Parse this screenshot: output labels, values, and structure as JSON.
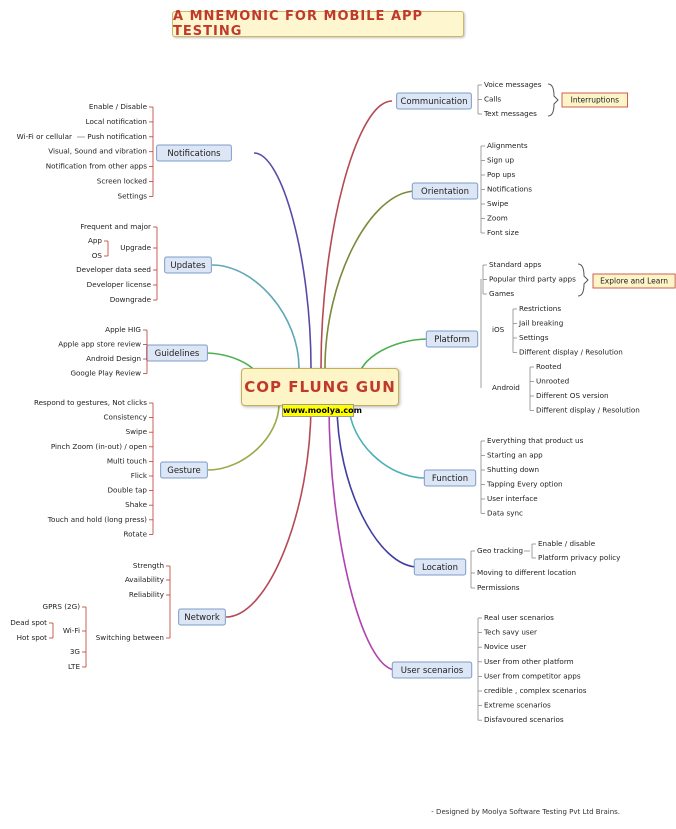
{
  "title": "A MNEMONIC FOR MOBILE APP TESTING",
  "central": {
    "label": "COP FLUNG GUN",
    "url": "www.moolya.com"
  },
  "footer": "- Designed by Moolya Software Testing Pvt Ltd Brains.",
  "colors": {
    "branch_fill": "#dce6f5",
    "branch_border": "#7d9cc9",
    "callout_fill": "#fdf5c8"
  },
  "branches": [
    {
      "id": "communication",
      "label": "Communication",
      "leaves": [
        "Voice messages",
        "Calls",
        "Text messages"
      ],
      "callout": "Interruptions"
    },
    {
      "id": "orientation",
      "label": "Orientation",
      "leaves": [
        "Alignments",
        "Sign up",
        "Pop ups",
        "Notifications",
        "Swipe",
        "Zoom",
        "Font size"
      ]
    },
    {
      "id": "platform",
      "label": "Platform",
      "groups": [
        {
          "label": "",
          "leaves": [
            "Standard apps",
            "Popular third party apps",
            "Games"
          ],
          "callout": "Explore and Learn"
        },
        {
          "label": "iOS",
          "leaves": [
            "Restrictions",
            "Jail breaking",
            "Settings",
            "Different display / Resolution"
          ]
        },
        {
          "label": "Android",
          "leaves": [
            "Rooted",
            "Unrooted",
            "Different OS version",
            "Different display / Resolution"
          ]
        }
      ]
    },
    {
      "id": "function",
      "label": "Function",
      "leaves": [
        "Everything that product us",
        "Starting an app",
        "Shutting down",
        "Tapping Every option",
        "User interface",
        "Data sync"
      ]
    },
    {
      "id": "location",
      "label": "Location",
      "leaves": [
        "Geo tracking",
        "Moving to different location",
        "Permissions"
      ],
      "sub": [
        "Enable / disable",
        "Platform privacy policy"
      ]
    },
    {
      "id": "user-scenarios",
      "label": "User scenarios",
      "leaves": [
        "Real user scenarios",
        "Tech savy user",
        "Novice user",
        "User from other platform",
        "User from competitor apps",
        "credible , complex scenarios",
        "Extreme scenarios",
        "Disfavoured scenarios"
      ]
    },
    {
      "id": "notifications",
      "label": "Notifications",
      "leaves": [
        "Enable / Disable",
        "Local notification",
        "Push notification",
        "Visual,  Sound and vibration",
        "Notification  from other apps",
        "Screen locked",
        "Settings"
      ],
      "sub": [
        "Wi-Fi or cellular"
      ]
    },
    {
      "id": "updates",
      "label": "Updates",
      "leaves": [
        "Frequent and major",
        "Upgrade",
        "Developer data seed",
        "Developer license",
        "Downgrade"
      ],
      "sub": [
        "App",
        "OS"
      ]
    },
    {
      "id": "guidelines",
      "label": "Guidelines",
      "leaves": [
        "Apple HIG",
        "Apple app store review",
        "Android Design",
        "Google Play Review"
      ]
    },
    {
      "id": "gesture",
      "label": "Gesture",
      "leaves": [
        "Respond to gestures, Not clicks",
        "Consistency",
        "Swipe",
        "Pinch Zoom (in-out) / open",
        "Multi touch",
        "Flick",
        "Double tap",
        "Shake",
        "Touch and hold (long press)",
        "Rotate"
      ]
    },
    {
      "id": "network",
      "label": "Network",
      "leaves": [
        "Strength",
        "Availability",
        "Reliability",
        "Switching between"
      ],
      "sub": [
        "GPRS (2G)",
        "Wi-Fi",
        "3G",
        "LTE"
      ],
      "sub2": [
        "Dead spot",
        "Hot spot"
      ]
    }
  ]
}
